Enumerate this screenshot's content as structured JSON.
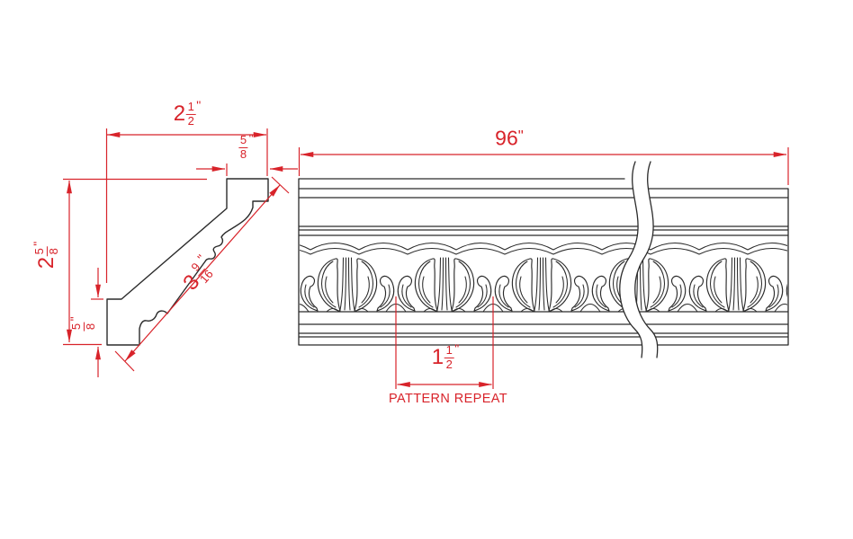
{
  "dims": {
    "top_width": {
      "whole": "2",
      "num": "1",
      "den": "2",
      "unit": "\""
    },
    "top_fillet": {
      "whole": "",
      "num": "5",
      "den": "8",
      "unit": "\""
    },
    "height": {
      "whole": "2",
      "num": "5",
      "den": "8",
      "unit": "\""
    },
    "bottom_fillet": {
      "whole": "",
      "num": "5",
      "den": "8",
      "unit": "\""
    },
    "face": {
      "whole": "3",
      "num": "9",
      "den": "16",
      "unit": "\""
    },
    "length": {
      "value": "96",
      "unit": "\""
    },
    "repeat": {
      "whole": "1",
      "num": "1",
      "den": "2",
      "unit": "\""
    }
  },
  "labels": {
    "pattern_repeat": "PATTERN REPEAT"
  },
  "colors": {
    "dimension_red": "#d8232a",
    "line_black": "#2b2b2b",
    "background": "#ffffff"
  }
}
